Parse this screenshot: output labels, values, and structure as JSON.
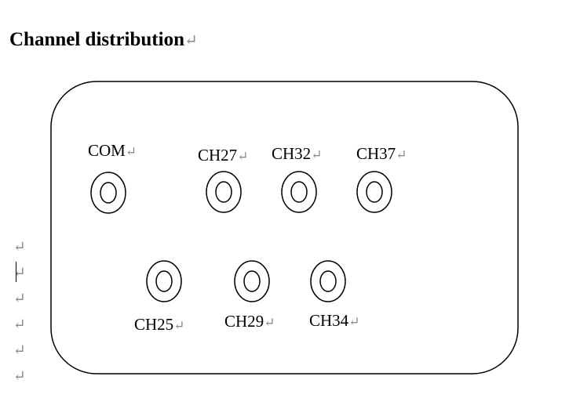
{
  "document": {
    "heading": "Channel distribution",
    "paragraph_mark": "↵"
  },
  "panel": {
    "ports": [
      {
        "id": "com",
        "label": "COM"
      },
      {
        "id": "ch27",
        "label": "CH27"
      },
      {
        "id": "ch32",
        "label": "CH32"
      },
      {
        "id": "ch37",
        "label": "CH37"
      },
      {
        "id": "ch25",
        "label": "CH25"
      },
      {
        "id": "ch29",
        "label": "CH29"
      },
      {
        "id": "ch34",
        "label": "CH34"
      }
    ]
  },
  "colors": {
    "ink": "#000000",
    "formatting_marks": "#8c8c8c",
    "background": "#ffffff"
  }
}
